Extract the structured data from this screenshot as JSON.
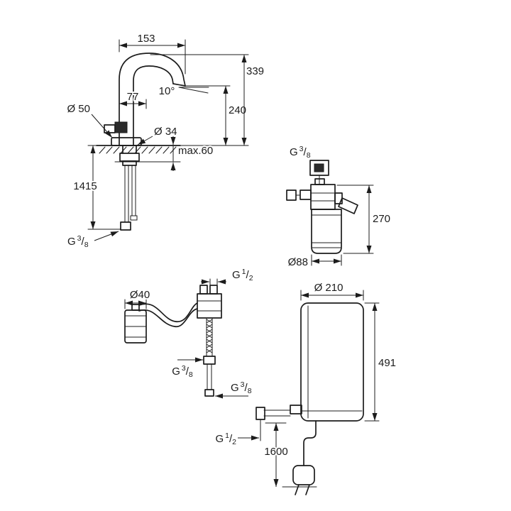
{
  "colors": {
    "line": "#1c1c1c",
    "background": "#ffffff"
  },
  "frac": {
    "G": "G",
    "slash": "/",
    "n3": "3",
    "n1": "1",
    "d8": "8",
    "d2": "2"
  },
  "thread_labels": {
    "g38": "G 3/8",
    "g12": "G 1/2"
  },
  "faucet": {
    "spout_reach": "153",
    "spout_offset": "77",
    "outlet_angle": "10°",
    "height_total": "339",
    "height_outlet": "240",
    "base_dia": "Ø 50",
    "shank_dia": "Ø 34",
    "deck_max": "max.60",
    "hose_length": "1415"
  },
  "filter": {
    "height": "270",
    "dia": "Ø88"
  },
  "valve": {
    "dia": "Ø40"
  },
  "boiler": {
    "dia": "Ø 210",
    "height": "491",
    "cable_length": "1600"
  }
}
